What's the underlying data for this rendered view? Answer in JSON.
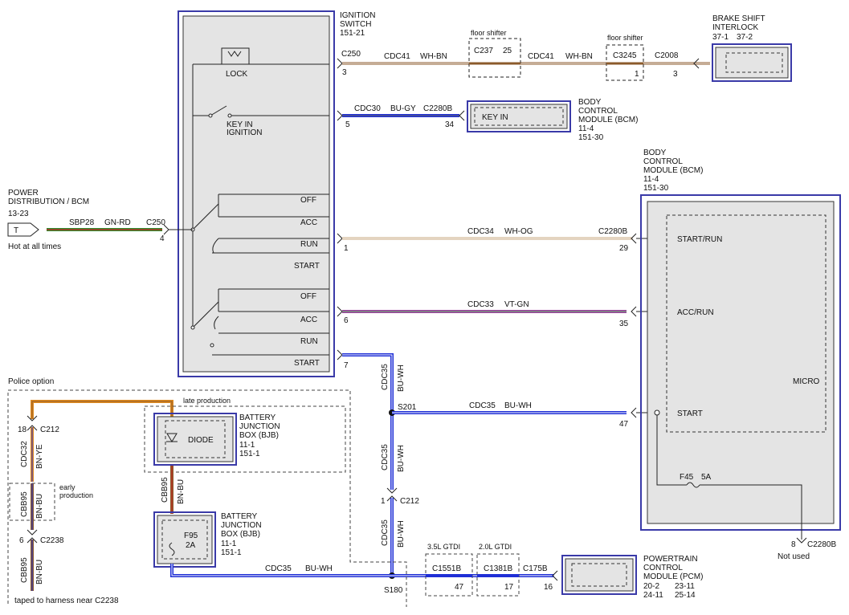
{
  "ignition_switch": {
    "title_line1": "IGNITION",
    "title_line2": "SWITCH",
    "page_ref": "151-21",
    "lock": "LOCK",
    "key_in_line1": "KEY IN",
    "key_in_line2": "IGNITION",
    "group1": [
      "OFF",
      "ACC",
      "RUN",
      "START"
    ],
    "group2": [
      "OFF",
      "ACC",
      "RUN",
      "START"
    ]
  },
  "power_dist": {
    "line1": "POWER",
    "line2": "DISTRIBUTION / BCM",
    "ref": "13-23",
    "terminal": "T",
    "note": "Hot at all times",
    "circuit": "SBP28",
    "color": "GN-RD",
    "connector": "C250",
    "pin": "4"
  },
  "wires": {
    "w_lock": {
      "conn": "C250",
      "pin": "3",
      "circuit": "CDC41",
      "color": "WH-BN"
    },
    "floor_shifter1": {
      "title": "floor shifter",
      "conn": "C237",
      "pin": "25"
    },
    "w_lock2": {
      "circuit": "CDC41",
      "color": "WH-BN"
    },
    "floor_shifter2": {
      "title": "floor shifter",
      "conn": "C3245",
      "pin": "1"
    },
    "bsi_conn": {
      "conn": "C2008",
      "pin": "3"
    },
    "w_key": {
      "pin": "5",
      "circuit": "CDC30",
      "color": "BU-GY",
      "conn": "C2280B",
      "pin2": "34"
    },
    "w_run": {
      "pin": "1",
      "circuit": "CDC34",
      "color": "WH-OG",
      "conn": "C2280B",
      "pin2": "29"
    },
    "w_acc": {
      "pin": "6",
      "circuit": "CDC33",
      "color": "VT-GN",
      "pin2": "35"
    },
    "w_start": {
      "pin": "7",
      "circuit_v": "CDC35",
      "color_v": "BU-WH"
    },
    "splice_s201": "S201",
    "w_s201": {
      "circuit": "CDC35",
      "color": "BU-WH",
      "pin2": "47"
    },
    "w_down": {
      "circuit_v": "CDC35",
      "color_v": "BU-WH"
    },
    "c212": {
      "pin": "1",
      "conn": "C212"
    },
    "w_down2": {
      "circuit_v": "CDC35",
      "color_v": "BU-WH"
    },
    "splice_s180": "S180",
    "w_bottom": {
      "circuit": "CDC35",
      "color": "BU-WH"
    },
    "gtdi1": {
      "title": "3.5L GTDI",
      "conn": "C1551B",
      "pin": "47"
    },
    "gtdi2": {
      "title": "2.0L GTDI",
      "conn": "C1381B",
      "pin": "17"
    },
    "pcm_conn": {
      "conn": "C175B",
      "pin": "16"
    }
  },
  "brake_shift": {
    "line1": "BRAKE SHIFT",
    "line2": "INTERLOCK",
    "ref1": "37-1",
    "ref2": "37-2"
  },
  "bcm_small": {
    "box": "KEY IN",
    "line1": "BODY",
    "line2": "CONTROL",
    "line3": "MODULE (BCM)",
    "ref1": "11-4",
    "ref2": "151-30"
  },
  "bcm_big": {
    "line1": "BODY",
    "line2": "CONTROL",
    "line3": "MODULE (BCM)",
    "ref1": "11-4",
    "ref2": "151-30",
    "start_run": "START/RUN",
    "acc_run": "ACC/RUN",
    "micro": "MICRO",
    "start": "START",
    "fuse": "F45",
    "fuse_amp": "5A",
    "pin_nc": "8",
    "conn_nc": "C2280B",
    "not_used": "Not used"
  },
  "police": {
    "title": "Police option",
    "late": "late production",
    "early_line1": "early",
    "early_line2": "production",
    "c212_pin": "18",
    "c212": "C212",
    "cdc32": "CDC32",
    "bn_ye": "BN-YE",
    "cbb95a": "CBB95",
    "bn_bu_a": "BN-BU",
    "c2238_pin": "6",
    "c2238": "C2238",
    "cbb95b": "CBB95",
    "bn_bu_b": "BN-BU",
    "cbb95c": "CBB95",
    "bn_bu_c": "BN-BU",
    "taped": "taped to harness near C2238"
  },
  "bjb_diode": {
    "box": "DIODE",
    "line1": "BATTERY",
    "line2": "JUNCTION",
    "line3": "BOX (BJB)",
    "ref1": "11-1",
    "ref2": "151-1"
  },
  "bjb_fuse": {
    "fuse": "F95",
    "amp": "2A",
    "line1": "BATTERY",
    "line2": "JUNCTION",
    "line3": "BOX (BJB)",
    "ref1": "11-1",
    "ref2": "151-1"
  },
  "pcm": {
    "line1": "POWERTRAIN",
    "line2": "CONTROL",
    "line3": "MODULE (PCM)",
    "ref1": "20-2",
    "ref2": "23-11",
    "ref3": "24-11",
    "ref4": "25-14"
  },
  "colors": {
    "frame": "#3a3aa8",
    "blue": "#1f2fd6",
    "green": "#2e8b2e",
    "red": "#cc2222",
    "orange": "#e08a1e",
    "brown": "#8b5a2b",
    "gray_fill": "#e4e4e4"
  }
}
